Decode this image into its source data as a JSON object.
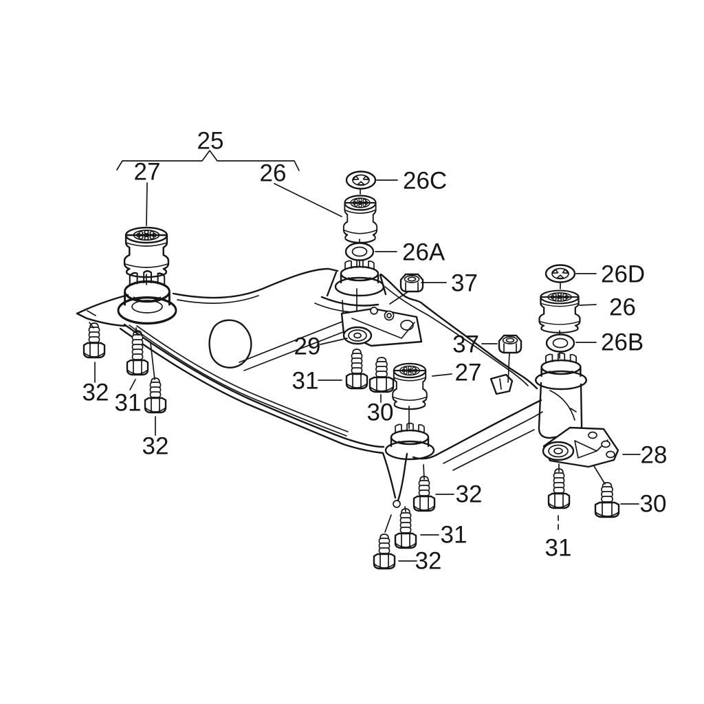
{
  "figure": {
    "title": "subframe-parts-diagram",
    "background": "#ffffff",
    "line_color": "#161616",
    "highlight_color": "#e8150c"
  },
  "callouts": {
    "group": {
      "label": "25"
    },
    "bushing_front_left": {
      "label": "27"
    },
    "bushing_front_center": {
      "label": "26"
    },
    "lock_washer_center": {
      "label": "26C"
    },
    "flat_washer_center": {
      "label": "26A"
    },
    "nut_center": {
      "label": "37"
    },
    "lock_washer_right": {
      "label": "26D"
    },
    "bushing_right": {
      "label": "26"
    },
    "flat_washer_right": {
      "label": "26B"
    },
    "nut_right": {
      "label": "37"
    },
    "mount_plate": {
      "label": "29"
    },
    "bolt_center_left": {
      "label": "31"
    },
    "bolt_center_right": {
      "label": "30"
    },
    "bushing_rear_center": {
      "label": "27"
    },
    "bolt_left_outer": {
      "label": "32"
    },
    "bolt_left_mid": {
      "label": "31"
    },
    "bolt_left_inner": {
      "label": "32"
    },
    "bolt_rear_upper": {
      "label": "32"
    },
    "bolt_rear_mid": {
      "label": "31"
    },
    "bolt_rear_lower": {
      "label": "32"
    },
    "bracket_right": {
      "label": "28"
    },
    "bolt_bracket_left": {
      "label": "31"
    },
    "bolt_bracket_right": {
      "label": "30"
    }
  }
}
